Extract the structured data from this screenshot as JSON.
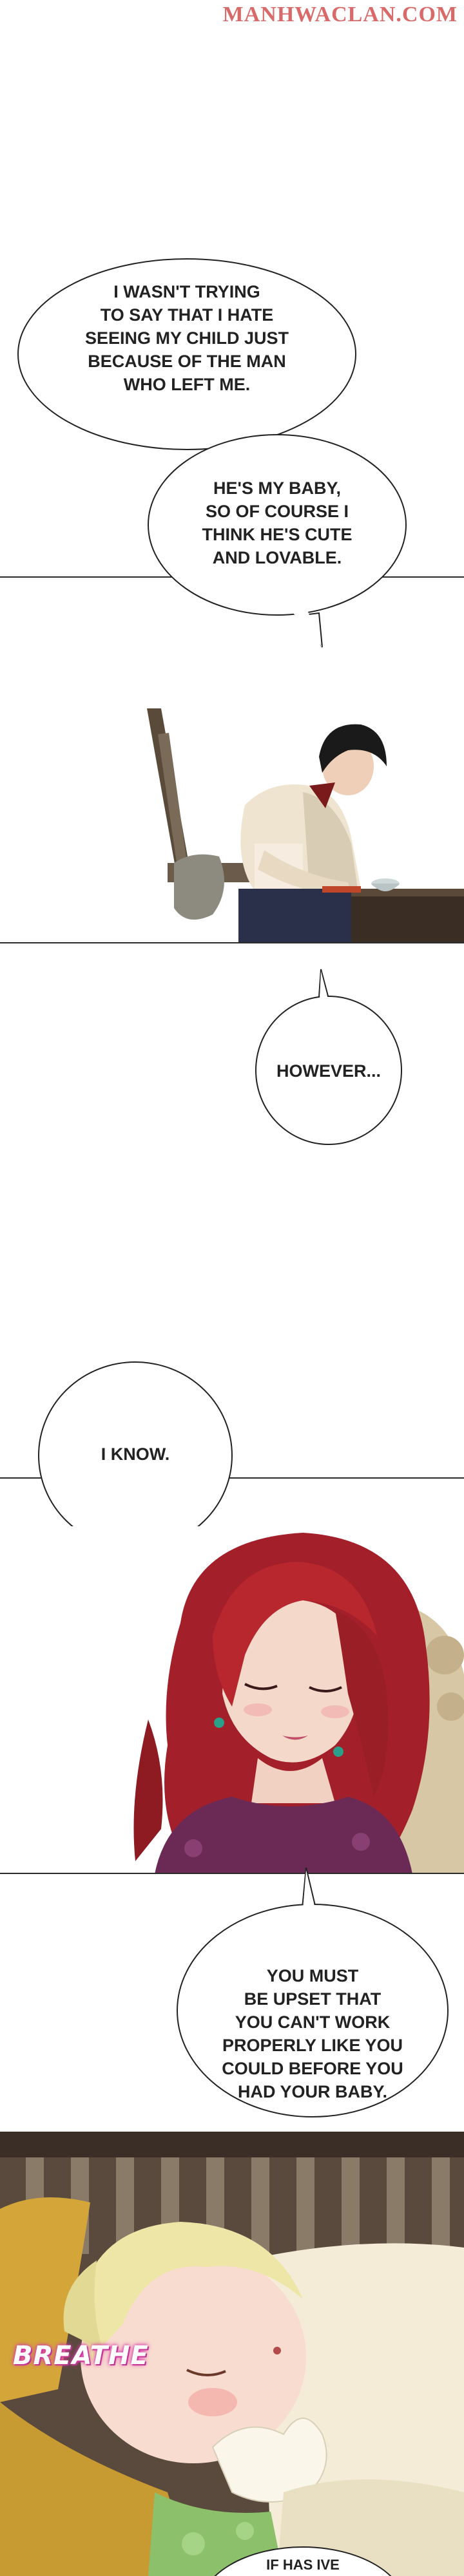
{
  "watermark": "MANHWACLAN.COM",
  "bubbles": {
    "b1": "I WASN'T TRYING\nTO SAY THAT I HATE\nSEEING MY CHILD JUST\nBECAUSE OF THE MAN\nWHO LEFT ME.",
    "b2": "HE'S MY BABY,\nSO OF COURSE I\nTHINK HE'S CUTE\nAND LOVABLE.",
    "b3": "HOWEVER...",
    "b4": "I KNOW.",
    "b5": "YOU MUST\nBE UPSET THAT\nYOU CAN'T WORK\nPROPERLY LIKE YOU\nCOULD BEFORE YOU\nHAD YOUR BABY.",
    "b6": "IF HAS IVE"
  },
  "sfx": {
    "breathe": "BREATHE"
  },
  "colors": {
    "hair_red": "#b3242a",
    "skin": "#f3d6c8",
    "dress_purple": "#6a2a55",
    "baby_hair": "#ede6a6",
    "blanket": "#c9a43a",
    "panel_dark": "#3a332c"
  }
}
